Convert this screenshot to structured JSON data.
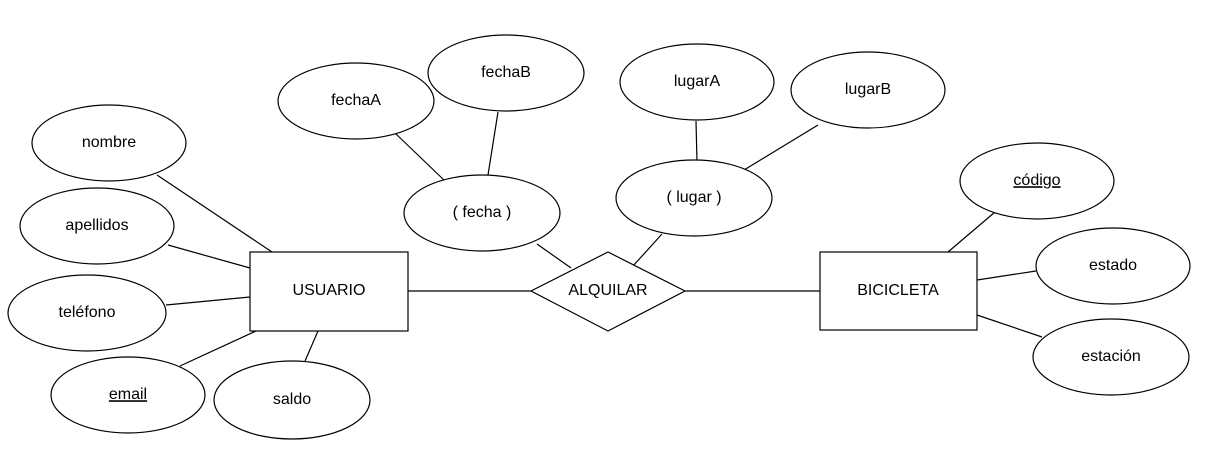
{
  "entities": {
    "usuario": "USUARIO",
    "bicicleta": "BICICLETA"
  },
  "relationships": {
    "alquilar": "ALQUILAR"
  },
  "attributes": {
    "nombre": "nombre",
    "apellidos": "apellidos",
    "telefono": "teléfono",
    "email": "email",
    "saldo": "saldo",
    "fecha": "( fecha )",
    "fechaA": "fechaA",
    "fechaB": "fechaB",
    "lugar": "( lugar )",
    "lugarA": "lugarA",
    "lugarB": "lugarB",
    "codigo": "código",
    "estado": "estado",
    "estacion": "estación"
  },
  "colors": {
    "stroke": "#000000",
    "fill": "#ffffff",
    "text": "#000000"
  }
}
